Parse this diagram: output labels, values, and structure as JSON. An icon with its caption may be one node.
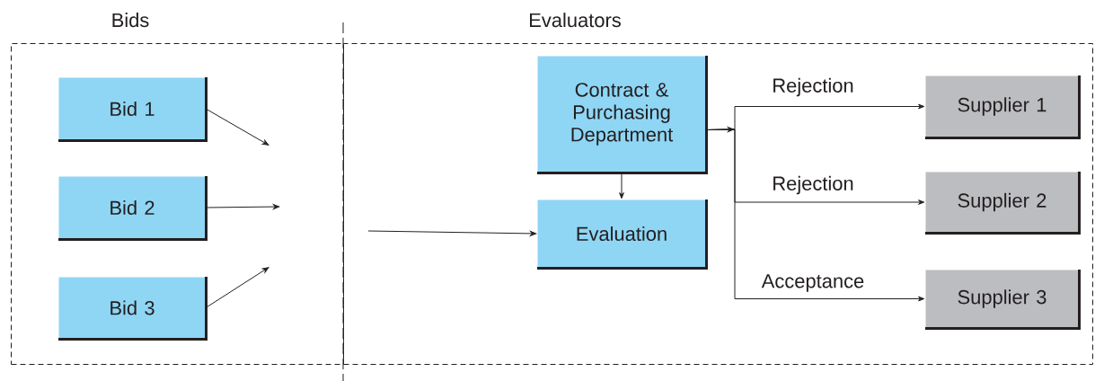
{
  "diagram": {
    "nodes": [
      {
        "text": [
          "Bids"
        ]
      },
      {
        "text": [
          "Evaluators"
        ]
      },
      {
        "text": [
          "Bid 1"
        ],
        "in": 0
      },
      {
        "text": [
          "Bid 2"
        ],
        "in": 0
      },
      {
        "text": [
          "Bid 3"
        ],
        "in": 0
      },
      {
        "text": [
          "Contract & Purchasing Department"
        ],
        "in": 1
      },
      {
        "text": [
          "Evaluation"
        ],
        "in": 1
      },
      {
        "text": [
          "Supplier 1"
        ],
        "in": 1
      },
      {
        "text": [
          "Supplier 2"
        ],
        "in": 1
      },
      {
        "text": [
          "Supplier 3"
        ],
        "in": 1
      }
    ],
    "edges": [
      {
        "from": 2,
        "to": null,
        "arrow": "to"
      },
      {
        "from": 3,
        "to": null,
        "arrow": "to"
      },
      {
        "from": 4,
        "to": null,
        "arrow": "to"
      },
      {
        "from": null,
        "to": 6,
        "arrow": "to"
      },
      {
        "from": 5,
        "to": 6,
        "arrow": "to"
      },
      {
        "from": 5,
        "to": 7,
        "arrow": "to",
        "label": "Rejection"
      },
      {
        "from": 5,
        "to": 8,
        "arrow": "to",
        "label": "Rejection"
      },
      {
        "from": 5,
        "to": 9,
        "arrow": "to",
        "label": "Acceptance"
      }
    ]
  }
}
